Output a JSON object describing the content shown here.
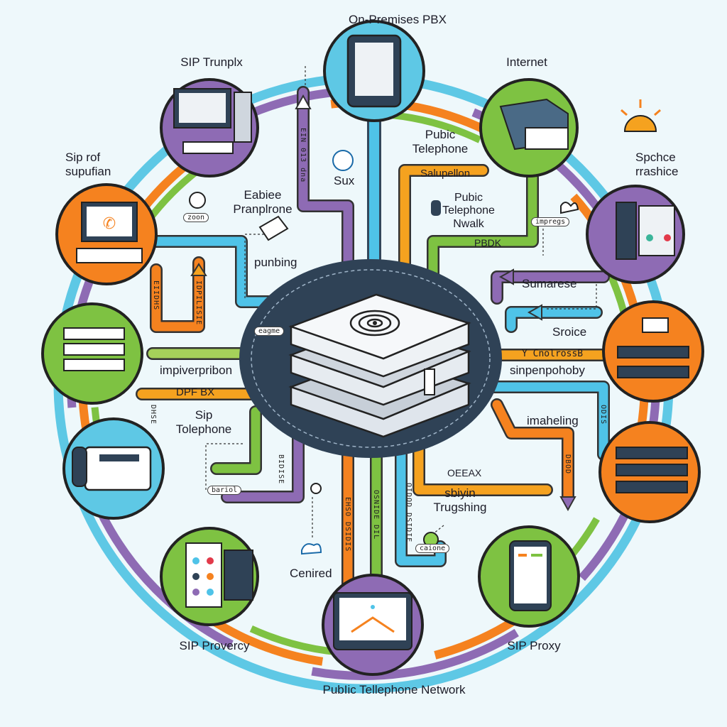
{
  "labels": {
    "top": "On-Premises PBX",
    "sip_trunplx": "SIP Trunplx",
    "internet": "Internet",
    "sip_rof": "Sip rof\nsupufian",
    "public_tel_1": "Pubic\nTelephone",
    "sux": "Sux",
    "eabiee": "Eabiee\nPranplrone",
    "salupellon": "Salupellon",
    "public_tel_2": "Pubic\nTelephone\nNwalk",
    "spchce": "Spchce\nrrashice",
    "punbing": "punbing",
    "pbdk": "PBDK",
    "sumarese": "Sumarese",
    "sroice": "Sroice",
    "impiverpribon": "impiverpribon",
    "cnolrossb": "Y CnolrossB",
    "sinpenpohoby": "sinpenpohoby",
    "dpf_bx": "DPF BX",
    "sip_telephone": "Sip\nTolephone",
    "imaheling": "imaheling",
    "oeeax": "OEEAX",
    "sbiyin": "sbiyin\nTrugshing",
    "cenired": "Cenired",
    "sip_provercy": "SIP Provercy",
    "sip_proxy": "SIP Proxy",
    "bottom": "PubIic Tellephone Network"
  },
  "tags": {
    "zoon": "zoon",
    "impregs": "impregs",
    "bariol": "bariol",
    "caione": "caione",
    "eagme": "eagme"
  },
  "vertical_text": {
    "up_arrow": "EIN 013 dna",
    "left_orange": "EIIDHS",
    "left_blue": "IDPILISIE",
    "left_orange_2": "DHSE",
    "right_blue": "ODIS",
    "right_purple": "DBOD",
    "bottom_orange": "EHSO DSIDIS",
    "bottom_green": "OSNIDE DIL",
    "bottom_blue": "OIDOD DSIDIE",
    "center_purple": "BIDISE"
  },
  "colors": {
    "background": "#eef8fb",
    "orange": "#f5821f",
    "green": "#7ec242",
    "purple": "#8e6bb4",
    "blue": "#4fc3e8",
    "navy": "#33475b",
    "ring_blue": "#5ec8e5",
    "ring_orange": "#f5821f",
    "ring_green": "#7ec242",
    "ring_purple": "#8e6bb4"
  },
  "icons": {
    "center": "server-stack-icon",
    "top": "tablet-device-icon",
    "top_left": "desktop-computer-icon",
    "top_right": "file-folder-icon",
    "left_upper": "computer-phone-icon",
    "right_upper": "server-rack-icon",
    "left_mid": "network-switch-icon",
    "right_mid": "router-appliance-icon",
    "left_lower": "desk-phone-icon",
    "right_lower": "rack-server-icon",
    "bottom_left": "control-panel-icon",
    "bottom": "monitor-icon",
    "bottom_right": "smartphone-icon"
  }
}
